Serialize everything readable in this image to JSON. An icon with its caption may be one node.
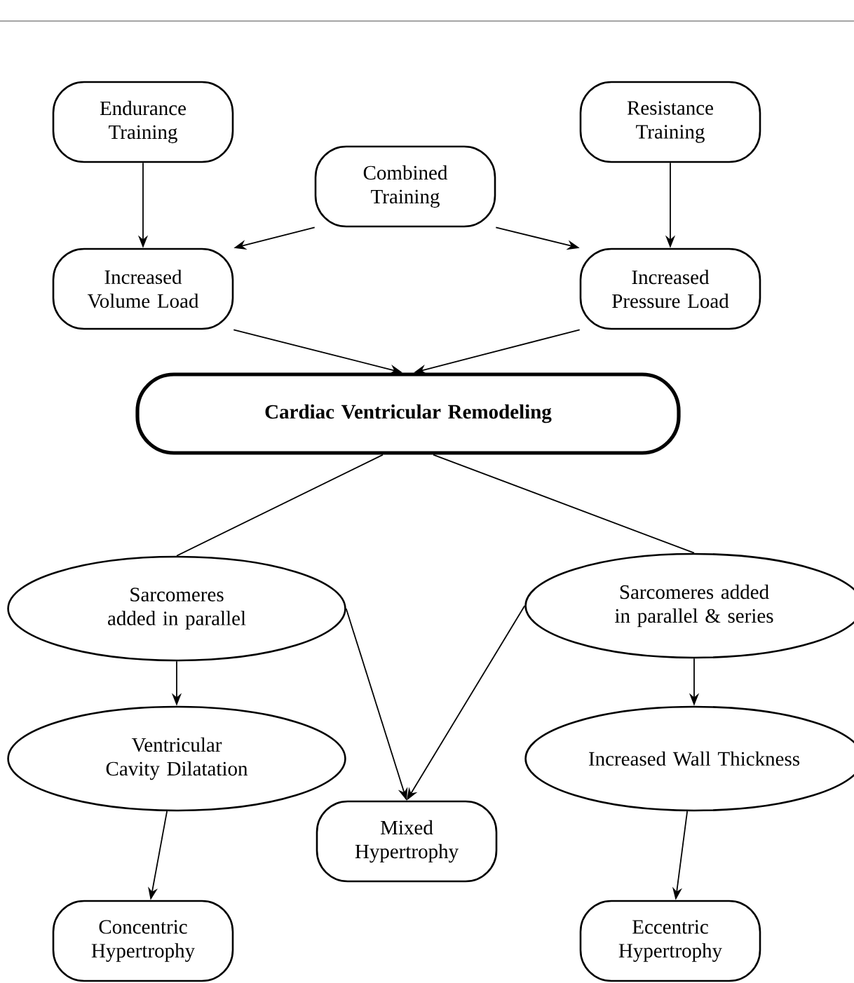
{
  "diagram": {
    "nodes": [
      {
        "text": [
          "Endurance Training"
        ]
      },
      {
        "text": [
          "Combined Training"
        ]
      },
      {
        "text": [
          "Resistance Training"
        ]
      },
      {
        "text": [
          "Increased Volume Load"
        ]
      },
      {
        "text": [
          "Increased Pressure Load"
        ]
      },
      {
        "text": [
          "Cardiac Ventricular Remodeling"
        ]
      },
      {
        "text": [
          "Sarcomeres added in parallel"
        ]
      },
      {
        "text": [
          "Sarcomeres added in parallel & series"
        ]
      },
      {
        "text": [
          "Ventricular Cavity Dilatation"
        ]
      },
      {
        "text": [
          "Mixed Hypertrophy"
        ]
      },
      {
        "text": [
          "Increased Wall Thickness"
        ]
      },
      {
        "text": [
          "Concentric Hypertrophy"
        ]
      },
      {
        "text": [
          "Eccentric Hypertrophy"
        ]
      }
    ],
    "edges": [
      {
        "from": 0,
        "to": 3,
        "arrow": "to"
      },
      {
        "from": 1,
        "to": 3,
        "arrow": "to"
      },
      {
        "from": 1,
        "to": 4,
        "arrow": "to"
      },
      {
        "from": 2,
        "to": 4,
        "arrow": "to"
      },
      {
        "from": 3,
        "to": 5,
        "arrow": "to"
      },
      {
        "from": 4,
        "to": 5,
        "arrow": "to"
      },
      {
        "from": 5,
        "to": 6,
        "arrow": "none"
      },
      {
        "from": 5,
        "to": 7,
        "arrow": "none"
      },
      {
        "from": 6,
        "to": 8,
        "arrow": "to"
      },
      {
        "from": 7,
        "to": 10,
        "arrow": "to"
      },
      {
        "from": 6,
        "to": 9,
        "arrow": "to"
      },
      {
        "from": 7,
        "to": 9,
        "arrow": "to"
      },
      {
        "from": 8,
        "to": 11,
        "arrow": "to"
      },
      {
        "from": 10,
        "to": 12,
        "arrow": "to"
      }
    ]
  }
}
